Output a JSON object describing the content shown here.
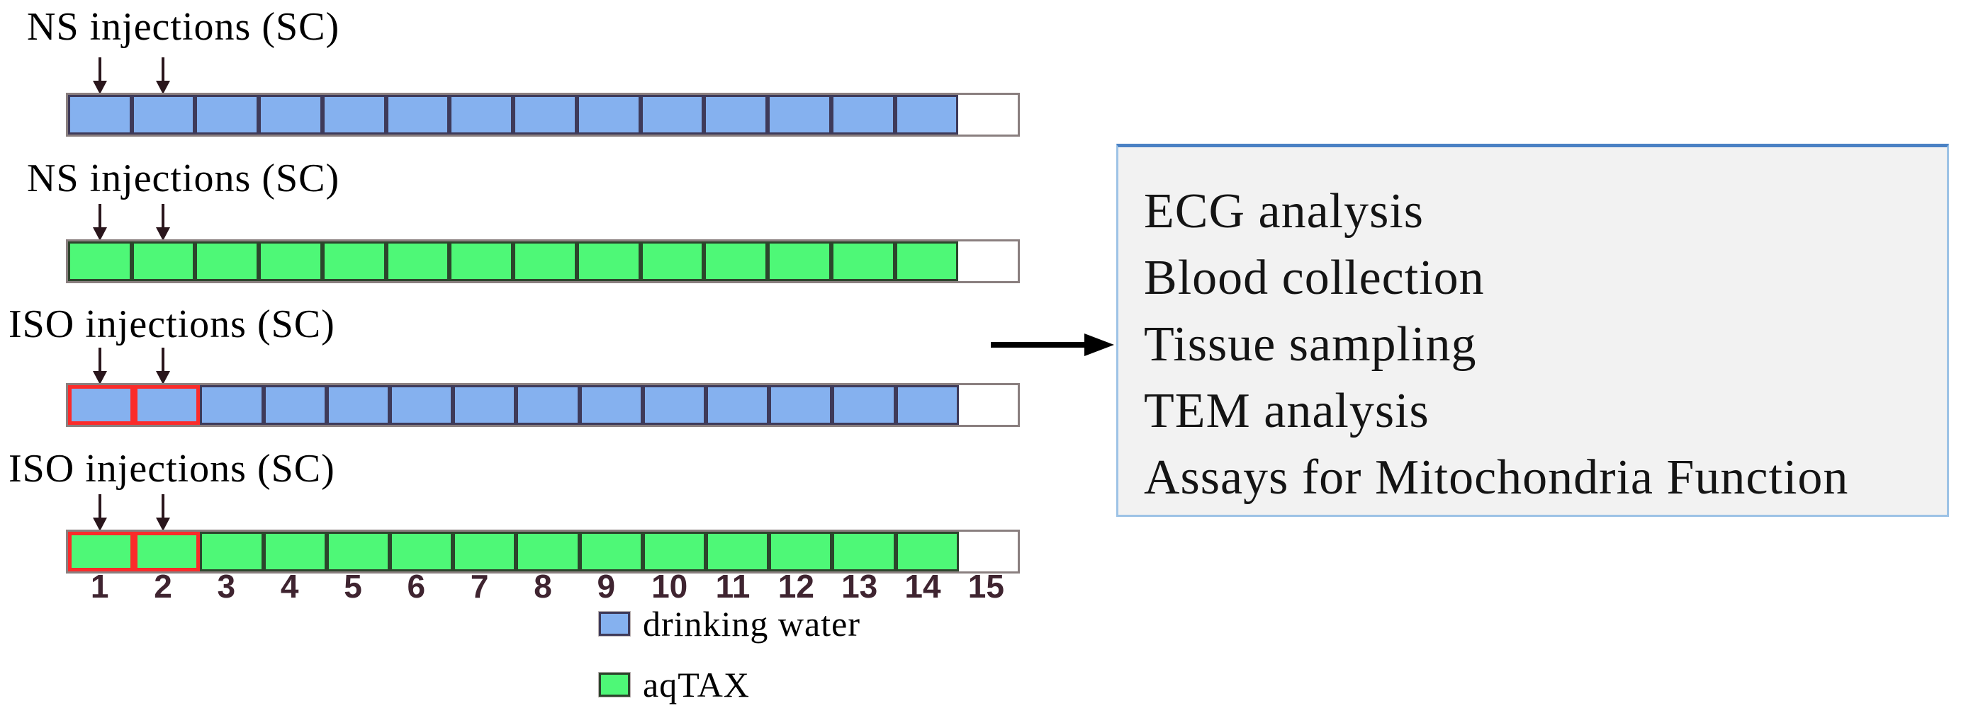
{
  "timeline": {
    "total_days": 15,
    "treated_days": 14,
    "day_labels": [
      "1",
      "2",
      "3",
      "4",
      "5",
      "6",
      "7",
      "8",
      "9",
      "10",
      "11",
      "12",
      "13",
      "14",
      "15"
    ],
    "rows": [
      {
        "label": "NS injections (SC)",
        "treatment": "drinking water",
        "fill": "blue",
        "injection_days": [
          1,
          2
        ],
        "highlighted_days": []
      },
      {
        "label": "NS injections (SC)",
        "treatment": "aqTAX",
        "fill": "green",
        "injection_days": [
          1,
          2
        ],
        "highlighted_days": []
      },
      {
        "label": "ISO injections (SC)",
        "treatment": "drinking water",
        "fill": "blue",
        "injection_days": [
          1,
          2
        ],
        "highlighted_days": [
          1,
          2
        ]
      },
      {
        "label": "ISO injections (SC)",
        "treatment": "aqTAX",
        "fill": "green",
        "injection_days": [
          1,
          2
        ],
        "highlighted_days": [
          1,
          2
        ]
      }
    ]
  },
  "legend": {
    "items": [
      {
        "label": "drinking water",
        "color_key": "blue"
      },
      {
        "label": "aqTAX",
        "color_key": "green"
      }
    ]
  },
  "outcome_box": {
    "items": [
      "ECG analysis",
      "Blood collection",
      "Tissue sampling",
      "TEM analysis",
      "Assays for Mitochondria Function"
    ]
  },
  "colors": {
    "blue_fill": "#85b1ef",
    "blue_cell_border": "#3e3a59",
    "green_fill": "#4ef877",
    "green_cell_border": "#2c452c",
    "bar_frame": "#8a7f7f",
    "empty_cell_fill": "#ffffff",
    "highlight_red": "#fb2b2a",
    "injection_arrow": "#2a161c",
    "day_number": "#3f2430",
    "box_background": "#f2f2f2",
    "box_border": "#9dc3e6",
    "box_border_top": "#4a81c4",
    "flow_arrow": "#000000"
  }
}
